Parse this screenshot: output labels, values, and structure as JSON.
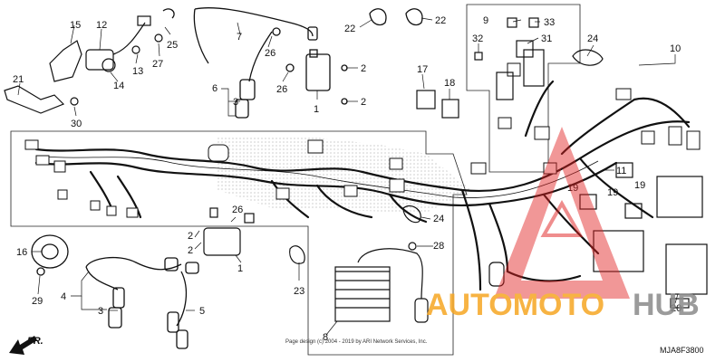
{
  "diagram": {
    "code": "MJA8F3800",
    "copyright": "Page design (c) 2004 - 2019 by ARI Network Services, Inc.",
    "direction_label": "FR.",
    "watermark": {
      "word1": "AUTOMOTO",
      "word2": "HUB",
      "color_orange": "#f6a623",
      "color_gray": "#8a8a8a",
      "color_red": "#e02020"
    },
    "callouts": {
      "c15": "15",
      "c12": "12",
      "c25": "25",
      "c7": "7",
      "c22a": "22",
      "c22b": "22",
      "c9": "9",
      "c33": "33",
      "c32": "32",
      "c31": "31",
      "c24a": "24",
      "c10": "10",
      "c21": "21",
      "c13": "13",
      "c27": "27",
      "c14": "14",
      "c30": "30",
      "c26a": "26",
      "c26b": "26",
      "c6": "6",
      "c3a": "3",
      "c2a": "2",
      "c2b": "2",
      "c1a": "1",
      "c17": "17",
      "c18": "18",
      "c11": "11",
      "c19a": "19",
      "c19b": "19",
      "c19c": "19",
      "c26c": "26",
      "c2c": "2",
      "c2d": "2",
      "c1b": "1",
      "c24b": "24",
      "c28": "28",
      "c16": "16",
      "c29": "29",
      "c4": "4",
      "c3b": "3",
      "c5": "5",
      "c23": "23",
      "c8": "8",
      "c20": "20"
    }
  }
}
